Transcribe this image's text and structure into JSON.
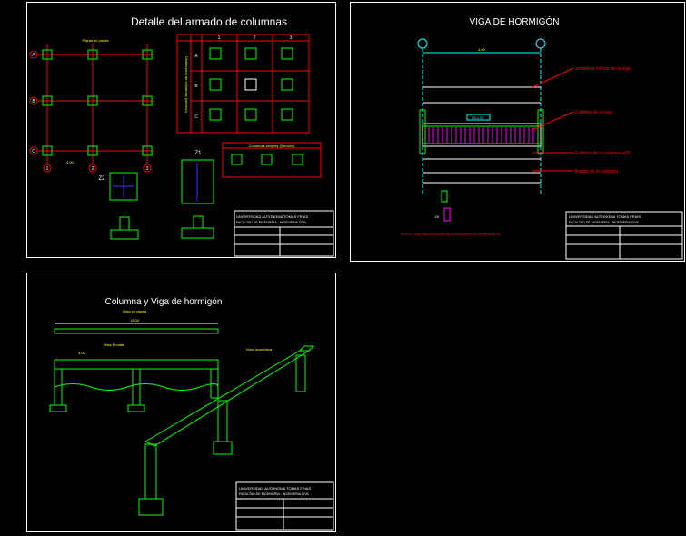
{
  "colors": {
    "background": "#000000",
    "frame": "#ffffff",
    "green": "#00ff00",
    "yellow": "#ffff00",
    "red": "#ff0000",
    "cyan": "#00ffff",
    "magenta": "#ff00ff",
    "blue": "#3333ff"
  },
  "sheet1": {
    "title": "Detalle del armado de columnas",
    "plan_title": "Planta de planta",
    "row_labels": [
      "A",
      "B",
      "C"
    ],
    "col_labels": [
      "1",
      "2",
      "3"
    ],
    "dim_x": "4.00",
    "z2_label": "Z2",
    "z1_label": "Z1",
    "table_col_headers": [
      "1",
      "2",
      "3"
    ],
    "table_row_headers": [
      "A",
      "B",
      "C"
    ],
    "table_side_label": "Distribucion de columnas (sección)",
    "small_table_title": "Columnas simples (Sección)",
    "titleblock": [
      "UNIVERSIDAD AUTONOMA TOMAS FRIAS",
      "FACULTAD DE INGENIERIA - INGENIERIA CIVIL"
    ]
  },
  "sheet2": {
    "title": "VIGA DE HORMIGÓN",
    "span": "4.00",
    "beam_label": "20 x 30",
    "labels": [
      "armadura inferior de la viga",
      "Estribos de la viga",
      "Estribos de la columna ø20",
      "Barras de la columna"
    ],
    "col_section": "20",
    "note": "NOTA: Las dimensiones se encuentran en centímetros",
    "titleblock": [
      "UNIVERSIDAD AUTONOMA TOMAS FRIAS",
      "FACULTAD DE INGENIERIA - INGENIERIA CIVIL"
    ]
  },
  "sheet3": {
    "title": "Columna y Viga de hormigón",
    "view_plan": "Vista en planta",
    "view_front": "Vista Frontal",
    "view_iso": "Vista Isométrica",
    "total_length": "12.00",
    "span": "4.00",
    "titleblock": [
      "UNIVERSIDAD AUTONOMA TOMAS FRIAS",
      "FACULTAD DE INGENIERIA - INGENIERIA CIVIL"
    ]
  }
}
